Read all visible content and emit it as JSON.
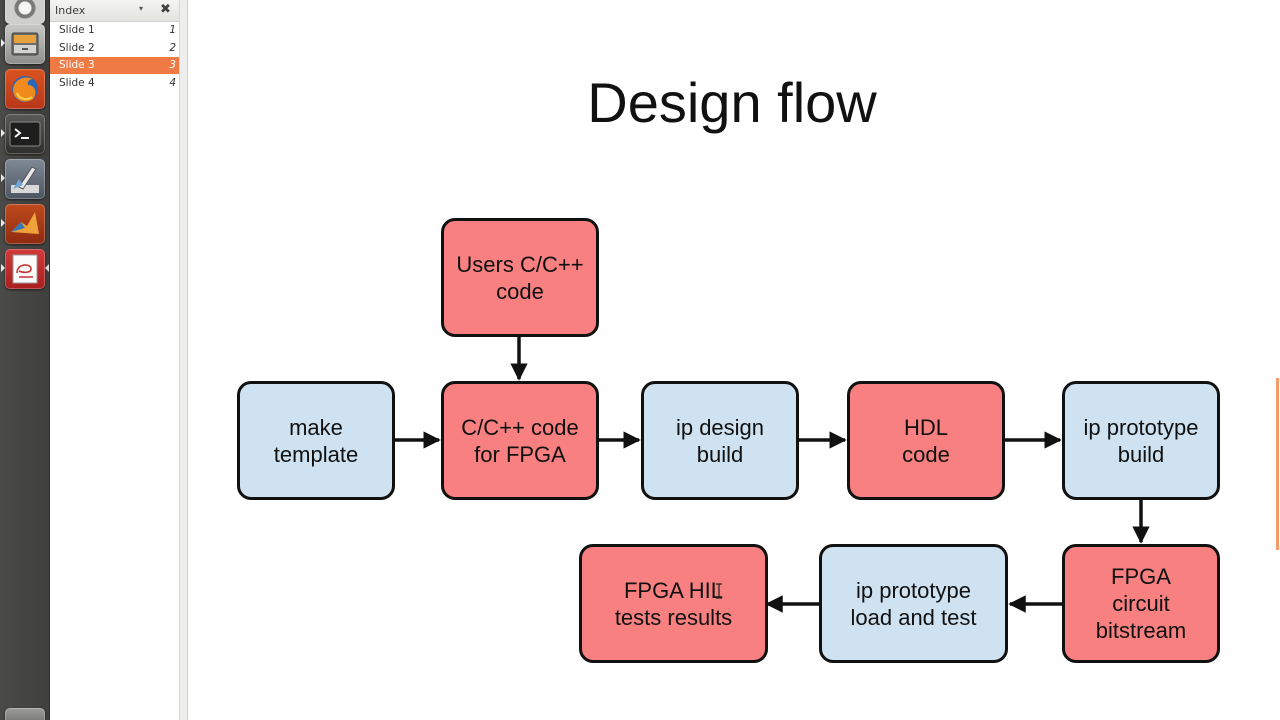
{
  "index_panel": {
    "title": "Index",
    "dropdown_glyph": "▾",
    "close_glyph": "✖",
    "items": [
      {
        "label": "Slide 1",
        "number": "1",
        "selected": false
      },
      {
        "label": "Slide 2",
        "number": "2",
        "selected": false
      },
      {
        "label": "Slide 3",
        "number": "3",
        "selected": true
      },
      {
        "label": "Slide 4",
        "number": "4",
        "selected": false
      }
    ]
  },
  "launcher": {
    "icons": [
      "ubuntu-dash-icon",
      "file-cabinet-icon",
      "firefox-icon",
      "terminal-icon",
      "drawing-app-icon",
      "matlab-icon",
      "document-viewer-icon"
    ]
  },
  "slide": {
    "title": "Design flow",
    "nodes": {
      "users_code": "Users C/C++\ncode",
      "make_template": "make\ntemplate",
      "code_for_fpga": "C/C++ code\nfor FPGA",
      "ip_design_build": "ip design\nbuild",
      "hdl_code": "HDL\ncode",
      "ip_prototype_build": "ip prototype\nbuild",
      "fpga_bitstream": "FPGA\ncircuit\nbitstream",
      "ip_prototype_load_test": "ip prototype\nload and test",
      "fpga_hil_results": "FPGA HIL\ntests results"
    }
  },
  "colors": {
    "red_node": "#f88080",
    "blue_node": "#cfe2f1",
    "selection": "#ef7a43",
    "launcher_bg": "#454543"
  }
}
